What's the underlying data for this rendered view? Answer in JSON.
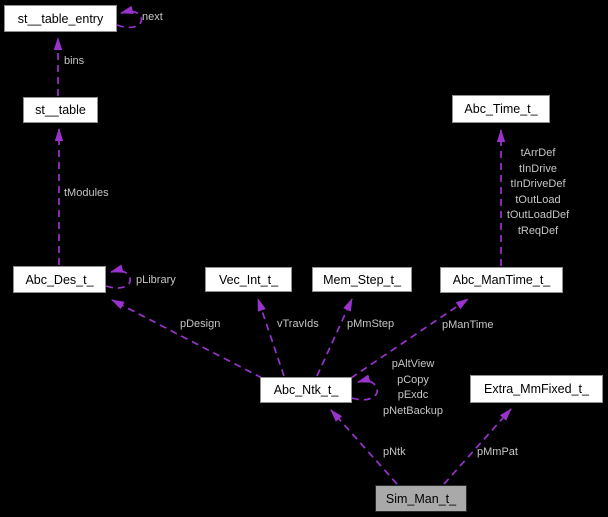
{
  "diagram": {
    "kind": "doxygen-collaboration-graph",
    "background_color": "#000000",
    "edge_color": "#9a32cd",
    "edge_label_color": "#c5c5c5",
    "node_fill": "#ffffff",
    "node_border": "#8f8f8f",
    "highlight_node_fill": "#a9a9a9"
  },
  "nodes": {
    "st_table_entry": {
      "label": "st__table_entry"
    },
    "st_table": {
      "label": "st__table"
    },
    "abc_time": {
      "label": "Abc_Time_t_"
    },
    "abc_des": {
      "label": "Abc_Des_t_"
    },
    "vec_int": {
      "label": "Vec_Int_t_"
    },
    "mem_step": {
      "label": "Mem_Step_t_"
    },
    "abc_mantime": {
      "label": "Abc_ManTime_t_"
    },
    "abc_ntk": {
      "label": "Abc_Ntk_t_"
    },
    "extra_mmfixed": {
      "label": "Extra_MmFixed_t_"
    },
    "sim_man": {
      "label": "Sim_Man_t_"
    }
  },
  "edge_labels": {
    "next": "next",
    "bins": "bins",
    "tmodules": "tModules",
    "plibrary": "pLibrary",
    "pdesign": "pDesign",
    "vtravids": "vTravIds",
    "pmmstep": "pMmStep",
    "pmantime": "pManTime",
    "time_fields": {
      "l1": "tArrDef",
      "l2": "tInDrive",
      "l3": "tInDriveDef",
      "l4": "tOutLoad",
      "l5": "tOutLoadDef",
      "l6": "tReqDef"
    },
    "ntk_fields": {
      "l1": "pAltView",
      "l2": "pCopy",
      "l3": "pExdc",
      "l4": "pNetBackup"
    },
    "pntk": "pNtk",
    "pmmpat": "pMmPat"
  }
}
